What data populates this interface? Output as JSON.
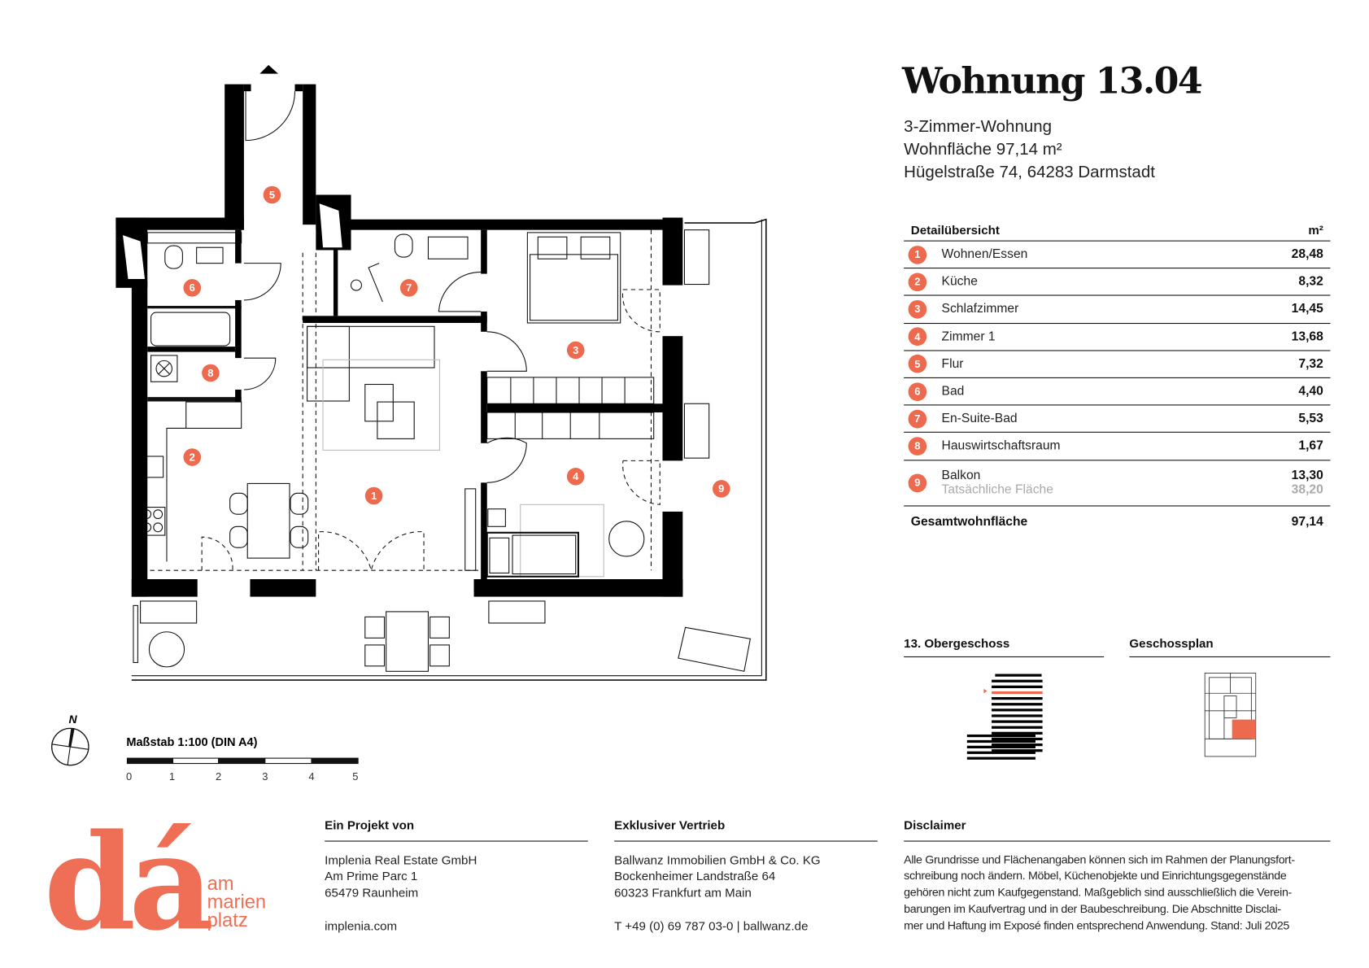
{
  "header": {
    "title": "Wohnung 13.04",
    "type": "3-Zimmer-Wohnung",
    "area": "Wohnfläche 97,14 m²",
    "address": "Hügelstraße 74, 64283 Darmstadt"
  },
  "table": {
    "heading": "Detailübersicht",
    "unit": "m²",
    "rows": [
      {
        "num": "1",
        "name": "Wohnen/Essen",
        "value": "28,48"
      },
      {
        "num": "2",
        "name": "Küche",
        "value": "8,32"
      },
      {
        "num": "3",
        "name": "Schlafzimmer",
        "value": "14,45"
      },
      {
        "num": "4",
        "name": "Zimmer 1",
        "value": "13,68"
      },
      {
        "num": "5",
        "name": "Flur",
        "value": "7,32"
      },
      {
        "num": "6",
        "name": "Bad",
        "value": "4,40"
      },
      {
        "num": "7",
        "name": "En-Suite-Bad",
        "value": "5,53"
      },
      {
        "num": "8",
        "name": "Hauswirtschaftsraum",
        "value": "1,67"
      },
      {
        "num": "9",
        "name": "Balkon",
        "value": "13,30",
        "sub_name": "Tatsächliche Fläche",
        "sub_value": "38,20"
      }
    ],
    "total_label": "Gesamtwohnfläche",
    "total_value": "97,14"
  },
  "floor": {
    "label": "13. Obergeschoss"
  },
  "plan": {
    "label": "Geschossplan"
  },
  "scale": {
    "label": "Maßstab 1:100 (DIN A4)",
    "ticks": [
      "0",
      "1",
      "2",
      "3",
      "4",
      "5"
    ],
    "north": "N"
  },
  "colors": {
    "accent": "#ee6a4f"
  },
  "footer": {
    "logo_text": "dá",
    "logo_sub": [
      "am",
      "marien",
      "platz"
    ],
    "project": {
      "heading": "Ein Projekt von",
      "lines": [
        "Implenia Real Estate GmbH",
        "Am Prime Parc 1",
        "65479 Raunheim"
      ],
      "web": "implenia.com"
    },
    "sales": {
      "heading": "Exklusiver Vertrieb",
      "lines": [
        "Ballwanz Immobilien GmbH & Co. KG",
        "Bockenheimer Landstraße 64",
        "60323 Frankfurt am Main"
      ],
      "contact": "T +49 (0) 69 787 03-0 | ballwanz.de"
    },
    "disclaimer": {
      "heading": "Disclaimer",
      "lines": [
        "Alle Grundrisse und Flächenangaben können sich im Rahmen der Planungsfort-",
        "schreibung noch ändern. Möbel, Küchenobjekte und Einrichtungsgegenstände",
        "gehören nicht zum Kaufgegenstand. Maßgeblich sind ausschließlich die Verein-",
        "barungen im Kaufvertrag und in der Baubeschreibung. Die Abschnitte Disclai-",
        "mer und Haftung im Exposé finden entsprechend Anwendung. Stand: Juli 2025"
      ]
    }
  }
}
